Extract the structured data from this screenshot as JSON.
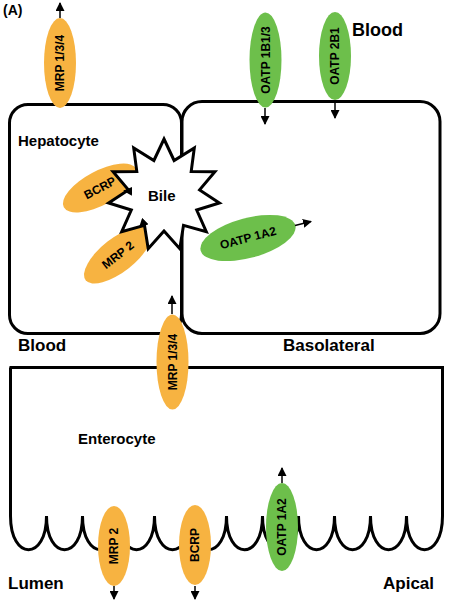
{
  "diagram": {
    "nodes": [
      {
        "text": [
          "Hepatocyte"
        ]
      },
      {
        "text": [
          "MRP 1/3/4"
        ]
      },
      {
        "text": [
          "OATP 1B1/3"
        ]
      },
      {
        "text": [
          "OATP 2B1"
        ]
      },
      {
        "text": [
          "Bile"
        ]
      },
      {
        "text": [
          "BCRP"
        ],
        "in": 0
      },
      {
        "text": [
          "MRP 2"
        ],
        "in": 0
      },
      {
        "text": [
          "OATP 1A2"
        ]
      },
      {
        "text": [
          "MRP 1/3/4"
        ]
      },
      {
        "text": [
          "Enterocyte"
        ]
      },
      {
        "text": [
          "MRP 2"
        ]
      },
      {
        "text": [
          "BCRP"
        ]
      },
      {
        "text": [
          "OATP 1A2"
        ]
      }
    ],
    "edges": [
      {
        "from": 5,
        "to": 4,
        "arrow": "to"
      },
      {
        "from": 6,
        "to": 4,
        "arrow": "to"
      }
    ],
    "labels": [
      "(A)",
      "Blood",
      "Blood",
      "Basolateral",
      "Lumen",
      "Apical"
    ]
  }
}
